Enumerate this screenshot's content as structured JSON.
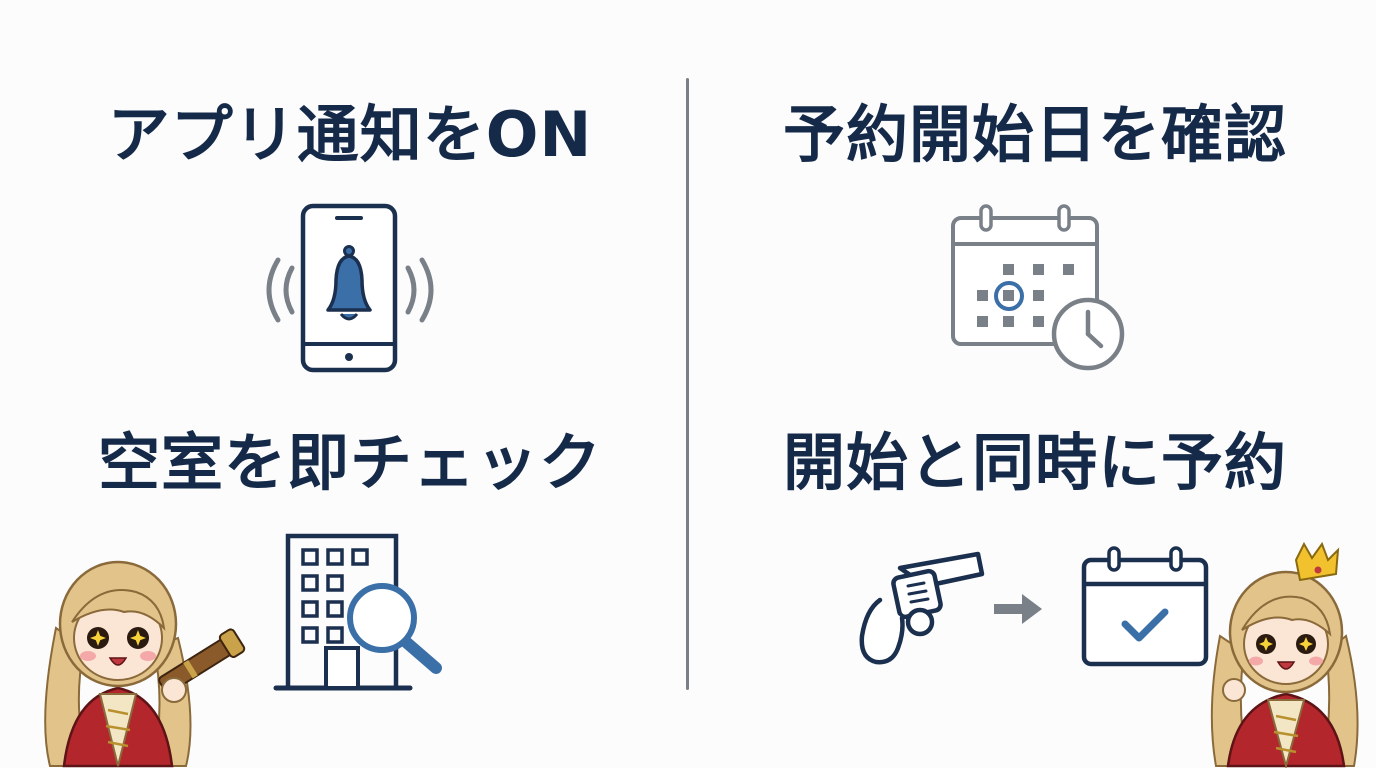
{
  "panels": {
    "top_left": {
      "title": "アプリ通知をON",
      "icon": "phone-bell-icon"
    },
    "top_right": {
      "title": "予約開始日を確認",
      "icon": "calendar-clock-icon"
    },
    "bottom_left": {
      "title": "空室を即チェック",
      "icon": "building-search-icon"
    },
    "bottom_right": {
      "title": "開始と同時に予約",
      "icon": "pistol-arrow-calendar-check-icon"
    }
  },
  "colors": {
    "heading": "#152a49",
    "icon_navy": "#1b2f4f",
    "icon_gray": "#7a8088",
    "accent_blue": "#3b6fa8",
    "divider": "#7a8088",
    "dress_red": "#b3262c",
    "hair": "#e2c48a"
  }
}
